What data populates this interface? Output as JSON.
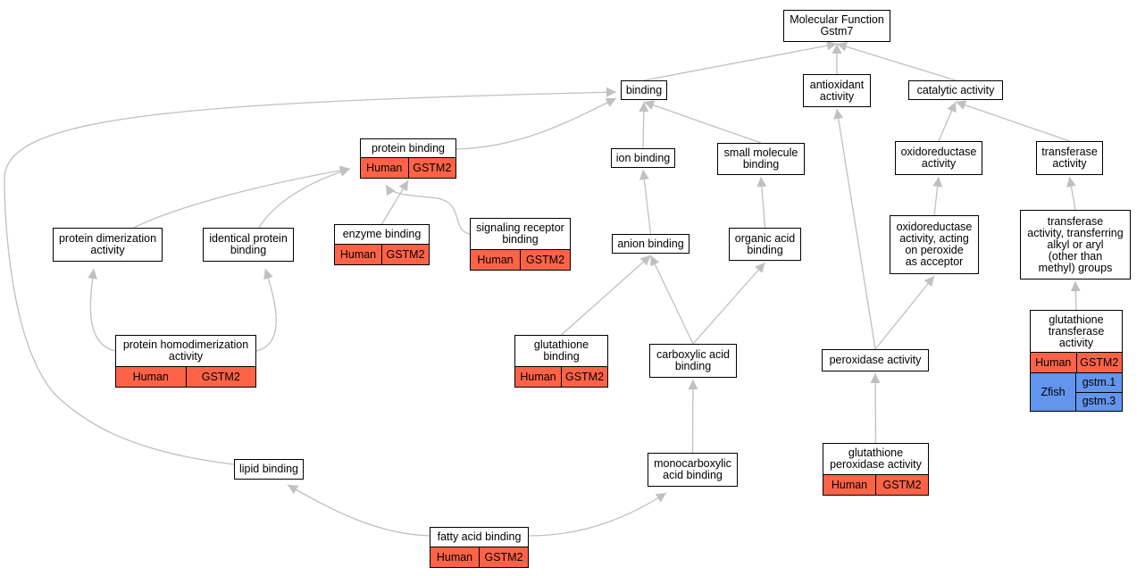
{
  "colors": {
    "human": "#ff6347",
    "zebrafish": "#6495ed",
    "edge": "#c0c0c0",
    "border": "#000000"
  },
  "nodes": {
    "mf": {
      "label": "Molecular Function\nGstm7"
    },
    "binding": {
      "label": "binding"
    },
    "antioxidant": {
      "label": "antioxidant\nactivity"
    },
    "catalytic": {
      "label": "catalytic activity"
    },
    "protein_binding": {
      "label": "protein binding",
      "orthologs": [
        {
          "species": "Human",
          "gene": "GSTM2"
        }
      ]
    },
    "ion_binding": {
      "label": "ion binding"
    },
    "small_molecule": {
      "label": "small molecule\nbinding"
    },
    "oxidoreductase": {
      "label": "oxidoreductase\nactivity"
    },
    "transferase": {
      "label": "transferase\nactivity"
    },
    "protein_dimerization": {
      "label": "protein dimerization\nactivity"
    },
    "identical_protein": {
      "label": "identical protein\nbinding"
    },
    "enzyme_binding": {
      "label": "enzyme binding",
      "orthologs": [
        {
          "species": "Human",
          "gene": "GSTM2"
        }
      ]
    },
    "signaling_receptor": {
      "label": "signaling receptor\nbinding",
      "orthologs": [
        {
          "species": "Human",
          "gene": "GSTM2"
        }
      ]
    },
    "anion_binding": {
      "label": "anion binding"
    },
    "organic_acid": {
      "label": "organic acid\nbinding"
    },
    "oxidoreductase_peroxide": {
      "label": "oxidoreductase\nactivity, acting\non peroxide\nas acceptor"
    },
    "transferase_alkyl": {
      "label": "transferase\nactivity, transferring\nalkyl or aryl\n(other than\nmethyl) groups"
    },
    "protein_homodimerization": {
      "label": "protein homodimerization\nactivity",
      "orthologs": [
        {
          "species": "Human",
          "gene": "GSTM2"
        }
      ]
    },
    "glutathione_binding": {
      "label": "glutathione\nbinding",
      "orthologs": [
        {
          "species": "Human",
          "gene": "GSTM2"
        }
      ]
    },
    "carboxylic_acid": {
      "label": "carboxylic acid\nbinding"
    },
    "peroxidase": {
      "label": "peroxidase activity"
    },
    "glutathione_transferase": {
      "label": "glutathione\ntransferase\nactivity",
      "orthologs": [
        {
          "species": "Human",
          "gene": "GSTM2"
        }
      ],
      "zfish": {
        "species": "Zfish",
        "genes": [
          "gstm.1",
          "gstm.3"
        ]
      }
    },
    "lipid_binding": {
      "label": "lipid binding"
    },
    "monocarboxylic": {
      "label": "monocarboxylic\nacid binding"
    },
    "glutathione_peroxidase": {
      "label": "glutathione\nperoxidase activity",
      "orthologs": [
        {
          "species": "Human",
          "gene": "GSTM2"
        }
      ]
    },
    "fatty_acid": {
      "label": "fatty acid binding",
      "orthologs": [
        {
          "species": "Human",
          "gene": "GSTM2"
        }
      ]
    }
  },
  "edges": [
    [
      "binding",
      "mf"
    ],
    [
      "antioxidant",
      "mf"
    ],
    [
      "catalytic",
      "mf"
    ],
    [
      "protein_binding",
      "binding"
    ],
    [
      "ion_binding",
      "binding"
    ],
    [
      "small_molecule",
      "binding"
    ],
    [
      "lipid_binding",
      "binding"
    ],
    [
      "protein_dimerization",
      "protein_binding"
    ],
    [
      "identical_protein",
      "protein_binding"
    ],
    [
      "enzyme_binding",
      "protein_binding"
    ],
    [
      "signaling_receptor",
      "protein_binding"
    ],
    [
      "protein_homodimerization",
      "protein_dimerization"
    ],
    [
      "protein_homodimerization",
      "identical_protein"
    ],
    [
      "anion_binding",
      "ion_binding"
    ],
    [
      "organic_acid",
      "small_molecule"
    ],
    [
      "glutathione_binding",
      "anion_binding"
    ],
    [
      "carboxylic_acid",
      "anion_binding"
    ],
    [
      "carboxylic_acid",
      "organic_acid"
    ],
    [
      "monocarboxylic",
      "carboxylic_acid"
    ],
    [
      "fatty_acid",
      "lipid_binding"
    ],
    [
      "fatty_acid",
      "monocarboxylic"
    ],
    [
      "oxidoreductase",
      "catalytic"
    ],
    [
      "transferase",
      "catalytic"
    ],
    [
      "oxidoreductase_peroxide",
      "oxidoreductase"
    ],
    [
      "peroxidase",
      "oxidoreductase_peroxide"
    ],
    [
      "peroxidase",
      "antioxidant"
    ],
    [
      "glutathione_peroxidase",
      "peroxidase"
    ],
    [
      "transferase_alkyl",
      "transferase"
    ],
    [
      "glutathione_transferase",
      "transferase_alkyl"
    ]
  ]
}
